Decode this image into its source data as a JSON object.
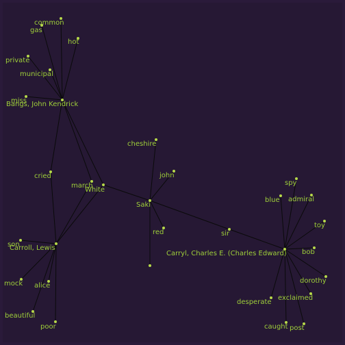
{
  "graph": {
    "nodes": [
      {
        "id": "kendrick",
        "label": "Bangs, John Kendrick"
      },
      {
        "id": "common",
        "label": "common"
      },
      {
        "id": "gas",
        "label": "gas"
      },
      {
        "id": "hot",
        "label": "hot"
      },
      {
        "id": "private",
        "label": "private"
      },
      {
        "id": "municipal",
        "label": "municipal"
      },
      {
        "id": "miss",
        "label": "miss"
      },
      {
        "id": "cried",
        "label": "cried"
      },
      {
        "id": "march",
        "label": "march"
      },
      {
        "id": "white",
        "label": "White"
      },
      {
        "id": "carroll",
        "label": "Carroll, Lewis"
      },
      {
        "id": "son",
        "label": "son"
      },
      {
        "id": "mock",
        "label": "mock"
      },
      {
        "id": "alice",
        "label": "alice"
      },
      {
        "id": "beautiful",
        "label": "beautiful"
      },
      {
        "id": "poor",
        "label": "poor"
      },
      {
        "id": "cheshire",
        "label": "cheshire"
      },
      {
        "id": "john",
        "label": "john"
      },
      {
        "id": "saki",
        "label": "Saki"
      },
      {
        "id": "red",
        "label": "red"
      },
      {
        "id": "unnamed",
        "label": ""
      },
      {
        "id": "sir",
        "label": "sir"
      },
      {
        "id": "carryl",
        "label": "Carryl, Charles E. (Charles Edward)"
      },
      {
        "id": "spy",
        "label": "spy"
      },
      {
        "id": "blue",
        "label": "blue"
      },
      {
        "id": "admiral",
        "label": "admiral"
      },
      {
        "id": "toy",
        "label": "toy"
      },
      {
        "id": "bob",
        "label": "bob"
      },
      {
        "id": "dorothy",
        "label": "dorothy"
      },
      {
        "id": "exclaimed",
        "label": "exclaimed"
      },
      {
        "id": "desperate",
        "label": "desperate"
      },
      {
        "id": "caught",
        "label": "caught"
      },
      {
        "id": "post",
        "label": "post"
      }
    ],
    "edges": [
      [
        "kendrick",
        "common"
      ],
      [
        "kendrick",
        "gas"
      ],
      [
        "kendrick",
        "hot"
      ],
      [
        "kendrick",
        "private"
      ],
      [
        "kendrick",
        "municipal"
      ],
      [
        "kendrick",
        "miss"
      ],
      [
        "kendrick",
        "cried"
      ],
      [
        "kendrick",
        "march"
      ],
      [
        "kendrick",
        "white"
      ],
      [
        "carroll",
        "cried"
      ],
      [
        "carroll",
        "march"
      ],
      [
        "carroll",
        "white"
      ],
      [
        "carroll",
        "son"
      ],
      [
        "carroll",
        "mock"
      ],
      [
        "carroll",
        "alice"
      ],
      [
        "carroll",
        "beautiful"
      ],
      [
        "carroll",
        "poor"
      ],
      [
        "saki",
        "white"
      ],
      [
        "saki",
        "cheshire"
      ],
      [
        "saki",
        "john"
      ],
      [
        "saki",
        "red"
      ],
      [
        "saki",
        "unnamed"
      ],
      [
        "saki",
        "sir"
      ],
      [
        "carryl",
        "sir"
      ],
      [
        "carryl",
        "spy"
      ],
      [
        "carryl",
        "blue"
      ],
      [
        "carryl",
        "admiral"
      ],
      [
        "carryl",
        "toy"
      ],
      [
        "carryl",
        "bob"
      ],
      [
        "carryl",
        "dorothy"
      ],
      [
        "carryl",
        "exclaimed"
      ],
      [
        "carryl",
        "desperate"
      ],
      [
        "carryl",
        "caught"
      ],
      [
        "carryl",
        "post"
      ]
    ],
    "colors": {
      "background": "#2a1a3a",
      "node": "#b7d94a",
      "label": "#9fcf3a",
      "edge": "#0a0a0a"
    }
  }
}
